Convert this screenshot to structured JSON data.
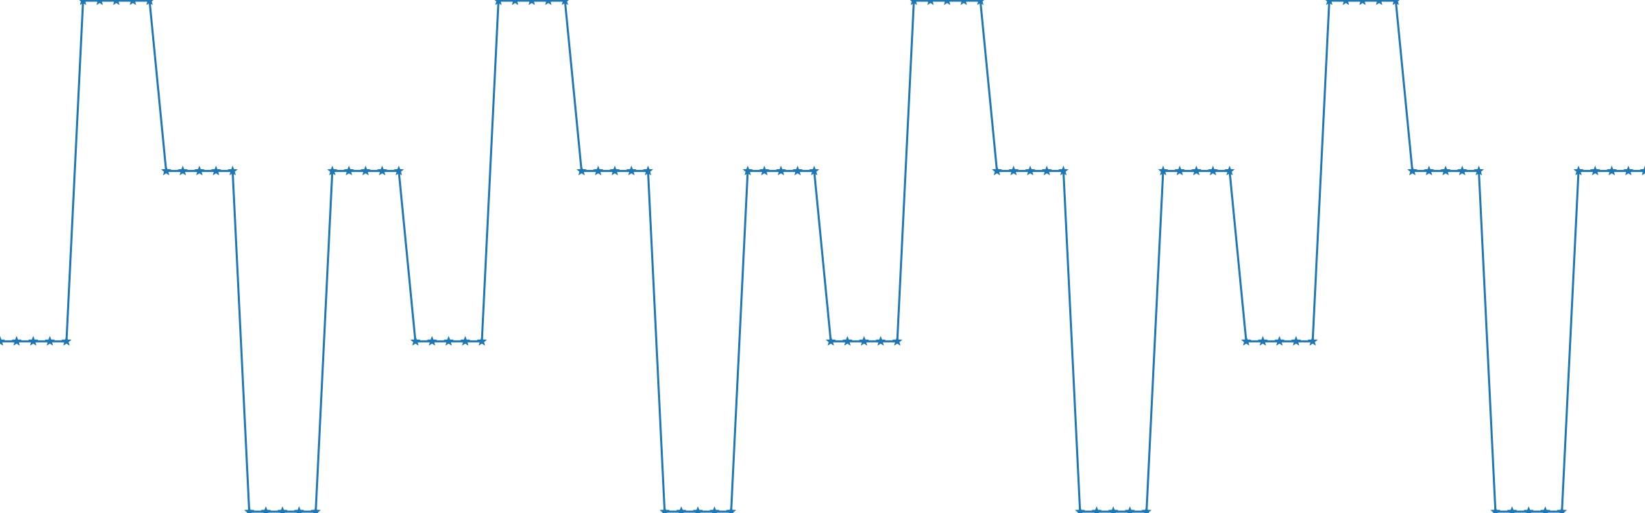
{
  "chart_data": {
    "type": "line",
    "title": "",
    "xlabel": "",
    "ylabel": "",
    "grid": false,
    "legend": "none",
    "marker": "star",
    "color": "#1f77b4",
    "xlim": [
      0,
      99
    ],
    "ylim": [
      0,
      3
    ],
    "series": [
      {
        "x": [
          0,
          1,
          2,
          3,
          4,
          5,
          6,
          7,
          8,
          9,
          10,
          11,
          12,
          13,
          14,
          15,
          16,
          17,
          18,
          19,
          20,
          21,
          22,
          23,
          24,
          25,
          26,
          27,
          28,
          29,
          30,
          31,
          32,
          33,
          34,
          35,
          36,
          37,
          38,
          39,
          40,
          41,
          42,
          43,
          44,
          45,
          46,
          47,
          48,
          49,
          50,
          51,
          52,
          53,
          54,
          55,
          56,
          57,
          58,
          59,
          60,
          61,
          62,
          63,
          64,
          65,
          66,
          67,
          68,
          69,
          70,
          71,
          72,
          73,
          74,
          75,
          76,
          77,
          78,
          79,
          80,
          81,
          82,
          83,
          84,
          85,
          86,
          87,
          88,
          89,
          90,
          91,
          92,
          93,
          94,
          95,
          96,
          97,
          98,
          99
        ],
        "values": [
          1,
          1,
          1,
          1,
          1,
          3,
          3,
          3,
          3,
          3,
          2,
          2,
          2,
          2,
          2,
          0,
          0,
          0,
          0,
          0,
          2,
          2,
          2,
          2,
          2,
          1,
          1,
          1,
          1,
          1,
          3,
          3,
          3,
          3,
          3,
          2,
          2,
          2,
          2,
          2,
          0,
          0,
          0,
          0,
          0,
          2,
          2,
          2,
          2,
          2,
          1,
          1,
          1,
          1,
          1,
          3,
          3,
          3,
          3,
          3,
          2,
          2,
          2,
          2,
          2,
          0,
          0,
          0,
          0,
          0,
          2,
          2,
          2,
          2,
          2,
          1,
          1,
          1,
          1,
          1,
          3,
          3,
          3,
          3,
          3,
          2,
          2,
          2,
          2,
          2,
          0,
          0,
          0,
          0,
          0,
          2,
          2,
          2,
          2,
          2
        ]
      }
    ]
  }
}
